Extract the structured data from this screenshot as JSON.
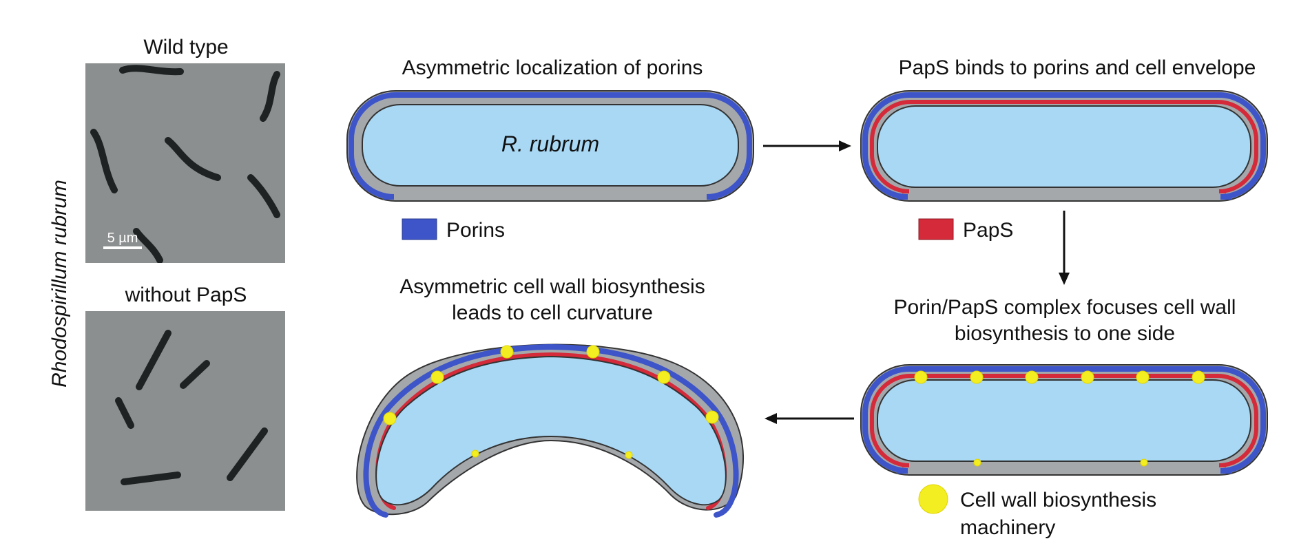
{
  "micrographs": {
    "wild_type_label": "Wild type",
    "mutant_label": "without PapS",
    "species_label": "Rhodospirillum rubrum",
    "scale_bar_label": "5 µm",
    "background_color": "#8c8f8f",
    "cell_color": "#1e2222"
  },
  "steps": {
    "step1_title": "Asymmetric localization of porins",
    "cell_name": "R. rubrum",
    "step2_title": "PapS binds to porins and cell envelope",
    "step3_title_line1": "Porin/PapS complex focuses cell wall",
    "step3_title_line2": "biosynthesis to one side",
    "step4_title_line1": "Asymmetric cell wall biosynthesis",
    "step4_title_line2": "leads to cell curvature"
  },
  "legend": {
    "porins": "Porins",
    "paps": "PapS",
    "machinery_line1": "Cell wall biosynthesis",
    "machinery_line2": "machinery"
  },
  "colors": {
    "cytoplasm": "#a9d8f5",
    "envelope_gray": "#a5a8ab",
    "porin_blue": "#3d55c8",
    "paps_red": "#d42a3a",
    "machinery_yellow": "#f3ee22",
    "outline": "#333333",
    "arrow": "#111111"
  }
}
